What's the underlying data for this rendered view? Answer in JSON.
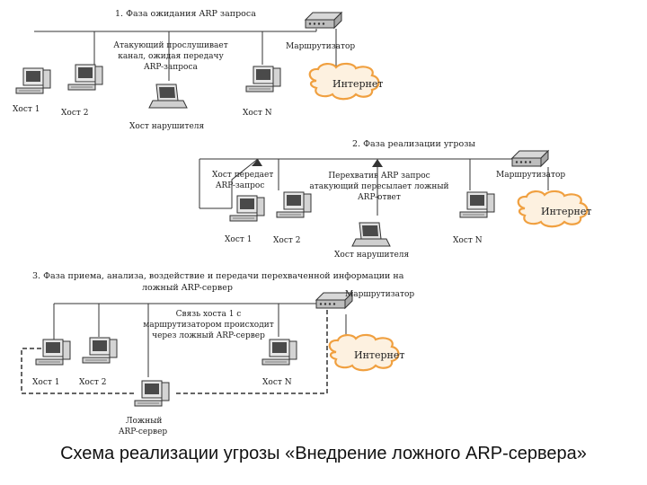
{
  "phase1": {
    "title": "1. Фаза ожидания ARP запроса",
    "router": "Маршрутизатор",
    "internet": "Интернет",
    "attacker_note": [
      "Атакующий прослушивает",
      "канал, ожидая передачу",
      "ARP-запроса"
    ],
    "hosts": [
      "Хост 1",
      "Хост 2",
      "Хост N"
    ],
    "attacker": "Хост нарушителя"
  },
  "phase2": {
    "title": "2. Фаза реализации угрозы",
    "router": "Маршрутизатор",
    "internet": "Интернет",
    "host_note": [
      "Хост передает",
      "ARP-запрос"
    ],
    "attacker_note": [
      "Перехватив ARP запрос",
      "атакующий пересылает ложный",
      "ARP-ответ"
    ],
    "hosts": [
      "Хост 1",
      "Хост 2",
      "Хост N"
    ],
    "attacker": "Хост нарушителя"
  },
  "phase3": {
    "title": [
      "3. Фаза приема, анализа, воздействие и передачи перехваченной информации на",
      "ложный ARP-сервер"
    ],
    "router": "Маршрутизатор",
    "internet": "Интернет",
    "link_note": [
      "Связь хоста 1 с",
      "маршрутизатором происходит",
      "через ложный ARP-сервер"
    ],
    "hosts": [
      "Хост 1",
      "Хост 2",
      "Хост N"
    ],
    "fake_server": [
      "Ложный",
      "ARP-сервер"
    ]
  },
  "caption": "Схема реализации угрозы «Внедрение ложного ARP-сервера»"
}
